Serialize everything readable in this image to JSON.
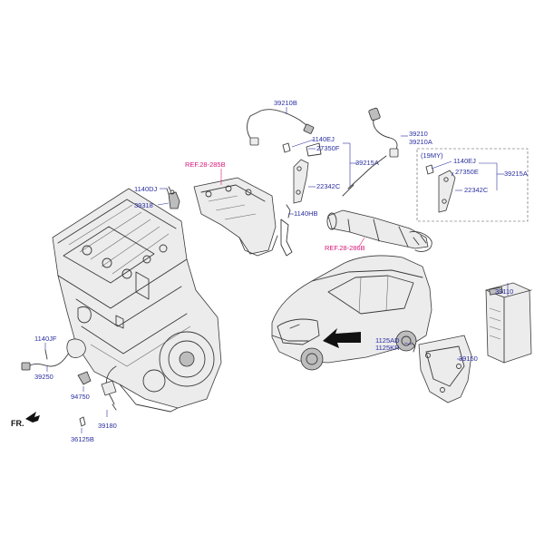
{
  "labels": {
    "p39210B": "39210B",
    "p1140EJ_a": "1140EJ",
    "p27350F": "27350F",
    "p39215A_a": "39215A",
    "p22342C_a": "22342C",
    "p1140HB": "1140HB",
    "p39210": "39210",
    "p39210A": "39210A",
    "p19MY": "(19MY)",
    "p1140EJ_b": "1140EJ",
    "p27350E": "27350E",
    "p39215A_b": "39215A",
    "p22342C_b": "22342C",
    "p1140DJ": "1140DJ",
    "p39318": "39318",
    "p39110": "39110",
    "p1125AD": "1125AD",
    "p1125KR": "1125KR",
    "p39150": "39150",
    "p1140JF": "1140JF",
    "p39250": "39250",
    "p94750": "94750",
    "p39180": "39180",
    "p36125B": "36125B",
    "ref285": "REF.28-285B",
    "ref286": "REF.28-286B",
    "front": "FR."
  }
}
